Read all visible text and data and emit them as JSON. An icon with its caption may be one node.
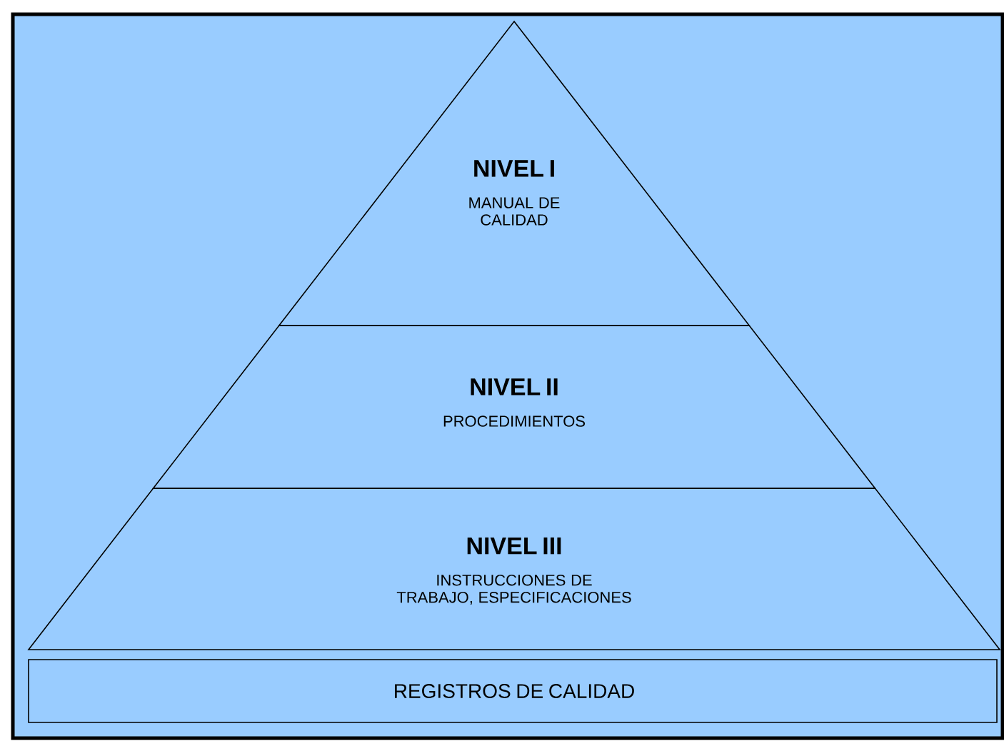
{
  "diagram": {
    "nodes": [
      {
        "text": [
          "NIVEL I",
          "MANUAL DE CALIDAD"
        ]
      },
      {
        "text": [
          "NIVEL II",
          "PROCEDIMIENTOS"
        ]
      },
      {
        "text": [
          "NIVEL III",
          "INSTRUCCIONES DE TRABAJO, ESPECIFICACIONES"
        ]
      },
      {
        "text": [
          "REGISTROS DE CALIDAD"
        ]
      }
    ]
  }
}
